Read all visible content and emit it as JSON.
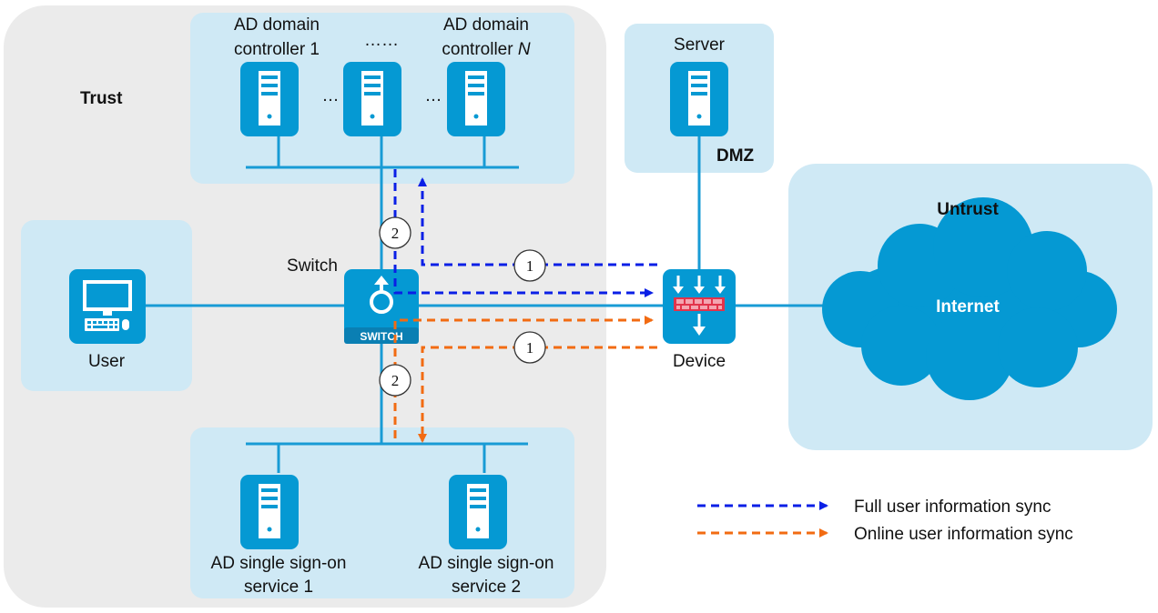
{
  "zones": {
    "trust": "Trust",
    "dmz": "DMZ",
    "untrust": "Untrust"
  },
  "nodes": {
    "ad_controller_1_line1": "AD domain",
    "ad_controller_1_line2": "controller 1",
    "ad_controller_n_line1": "AD domain",
    "ad_controller_n_line2_prefix": "controller ",
    "ad_controller_n_line2_italic": "N",
    "ad_controllers_ellipsis": "……",
    "between_dots": "…",
    "server": "Server",
    "switch": "Switch",
    "switch_badge": "SWITCH",
    "user": "User",
    "device": "Device",
    "internet": "Internet",
    "sso_1_line1": "AD single sign-on",
    "sso_1_line2": "service 1",
    "sso_2_line1": "AD single sign-on",
    "sso_2_line2": "service 2"
  },
  "step_markers": {
    "full_step1": "1",
    "full_step2": "2",
    "online_step1": "1",
    "online_step2": "2"
  },
  "legend": {
    "full_sync": "Full user information sync",
    "online_sync": "Online user information sync"
  },
  "colors": {
    "trust_bg": "#ebebeb",
    "zone_light_blue": "#cfe9f5",
    "icon_blue": "#0599d3",
    "link_blue": "#189bd5",
    "full_sync_arrow": "#0a1fe6",
    "online_sync_arrow": "#f26b12",
    "firewall_red": "#e2334b"
  }
}
